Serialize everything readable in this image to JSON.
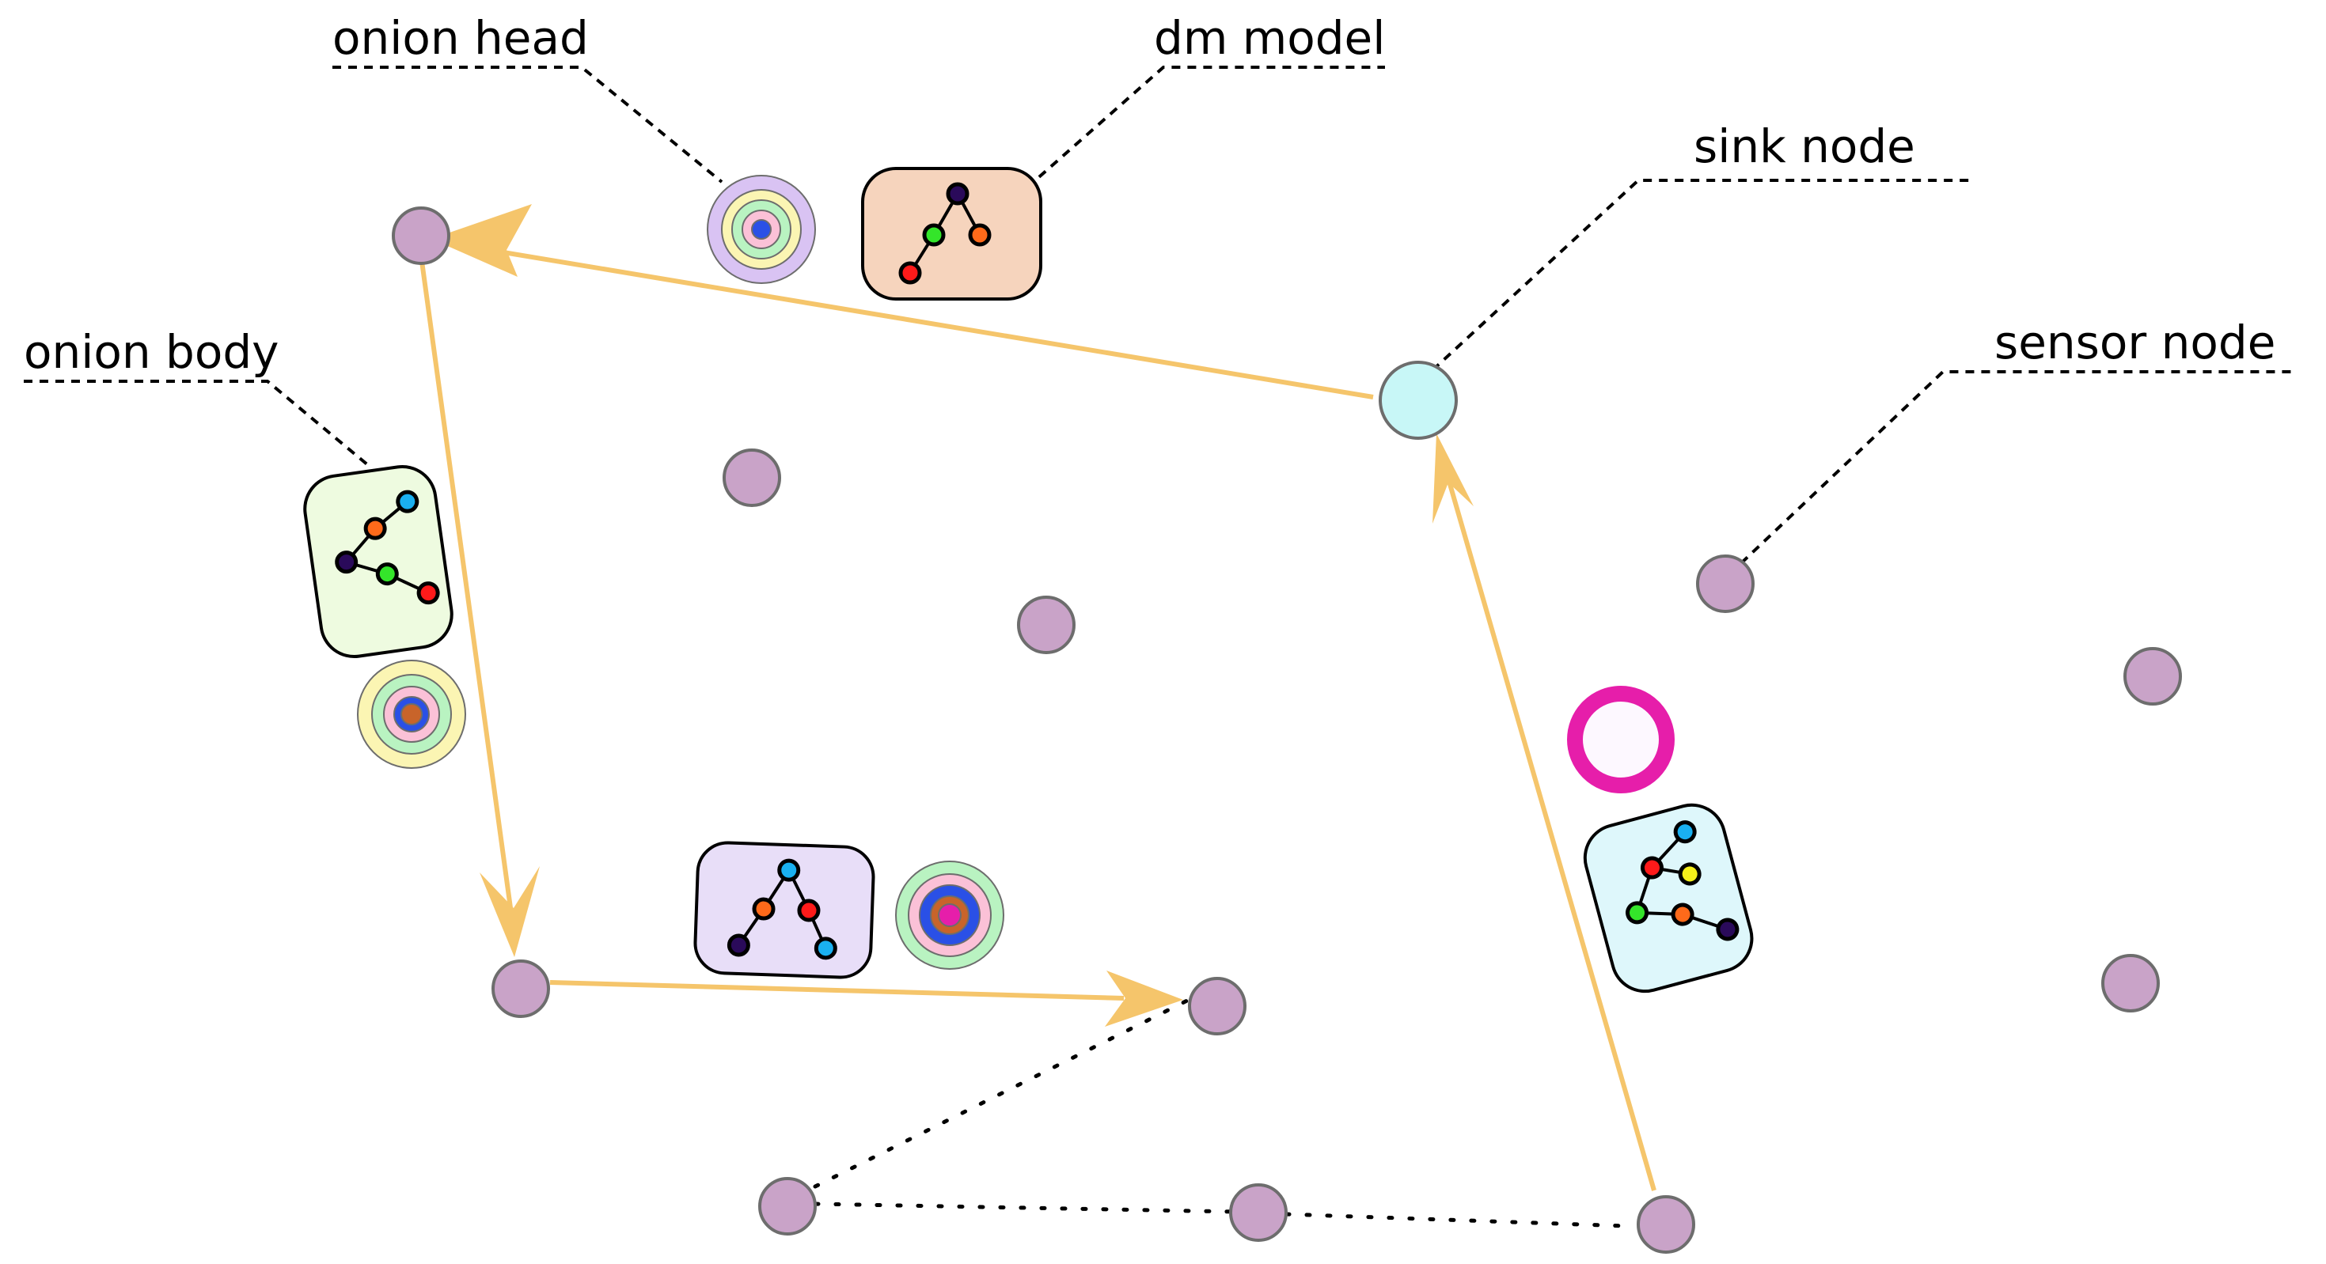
{
  "labels": {
    "onion_head": "onion head",
    "dm_model": "dm model",
    "sink_node": "sink node",
    "sensor_node": "sensor node",
    "onion_body": "onion body"
  },
  "colors": {
    "sensor_node": "#c9a3c8",
    "sink_node": "#c8f7f7",
    "route": "#f5c56b",
    "pending_ring": "#e61eaa",
    "dm_model_box": "#f6d4bd",
    "onion_body_box": "#eefbe0",
    "lower_tree_box": "#e8def8",
    "right_tree_box": "#def7fb",
    "onion_head_rings": [
      "#d9c3f3",
      "#fbf5b3",
      "#b9f3c1",
      "#fbc1d7",
      "#2a50e6"
    ],
    "onion_body_rings": [
      "#fbf5b3",
      "#b9f3c1",
      "#fbc1d7",
      "#2a50e6",
      "#c8642a"
    ],
    "lower_onion_rings": [
      "#b9f3c1",
      "#fbc1d7",
      "#2a50e6",
      "#c8642a",
      "#e61eaa"
    ],
    "tree_node_colors": {
      "dark": "#2a0a5a",
      "green": "#34e52a",
      "orange": "#ff6a1a",
      "red": "#ff1a1a",
      "cyan": "#1ab0f0",
      "yellow": "#f5f01a"
    }
  },
  "icons": {
    "onion_head": "concentric-rings-icon",
    "onion_body": "concentric-rings-icon",
    "lower_onion": "concentric-rings-icon",
    "dm_model": "tree-graph-icon",
    "onion_body_tree": "tree-graph-icon",
    "lower_tree": "tree-graph-icon",
    "right_tree": "tree-graph-icon",
    "pending": "ring-icon"
  }
}
